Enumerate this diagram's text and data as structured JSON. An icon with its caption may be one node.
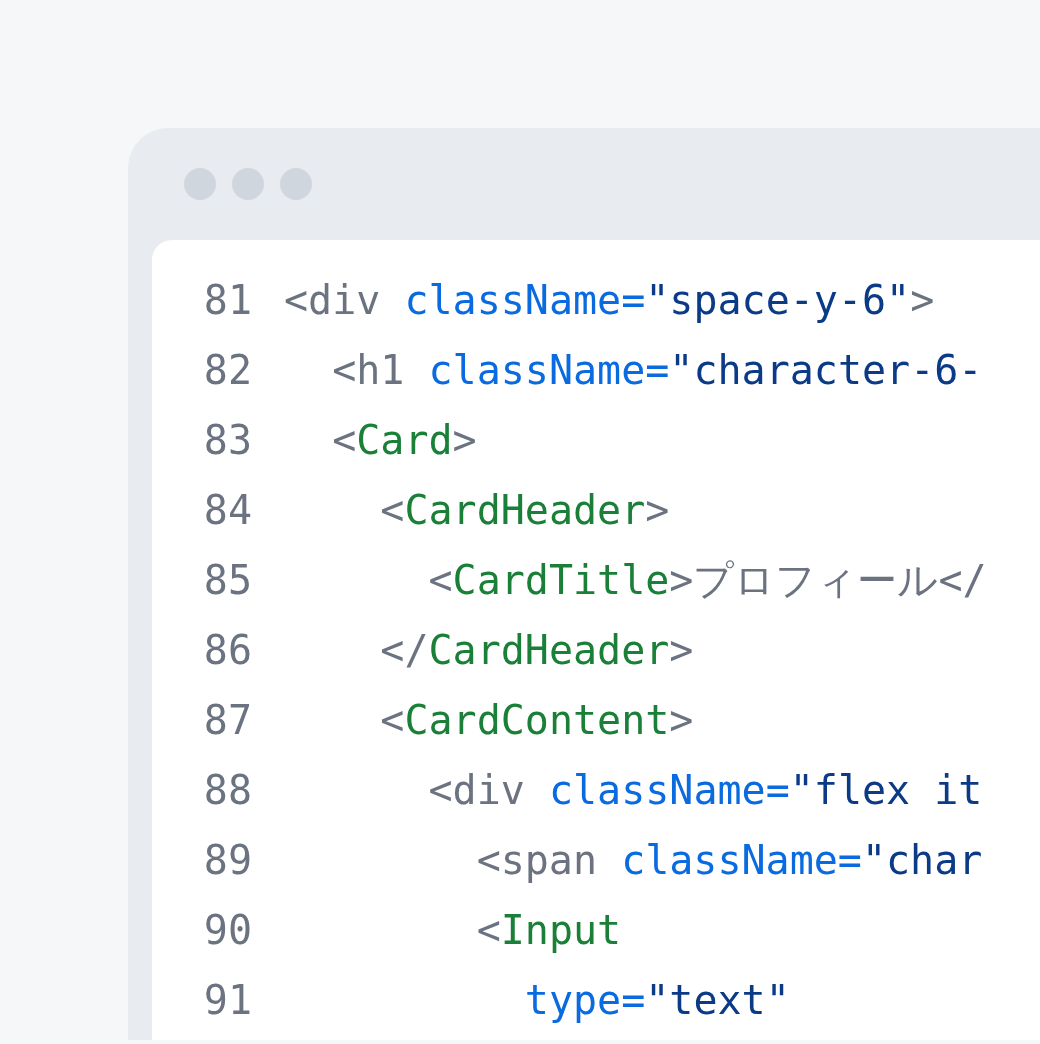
{
  "diagram": {
    "labels": [
      "81",
      "<div className=\"space-y-6\">",
      "82",
      "<h1 className=\"character-6-",
      "83",
      "<Card>",
      "84",
      "<CardHeader>",
      "85",
      "<CardTitle>プロフィール</",
      "86",
      "</CardHeader>",
      "87",
      "<CardContent>",
      "88",
      "<div className=\"flex it",
      "89",
      "<span className=\"char",
      "90",
      "<Input",
      "91",
      "type=\"text\""
    ]
  }
}
